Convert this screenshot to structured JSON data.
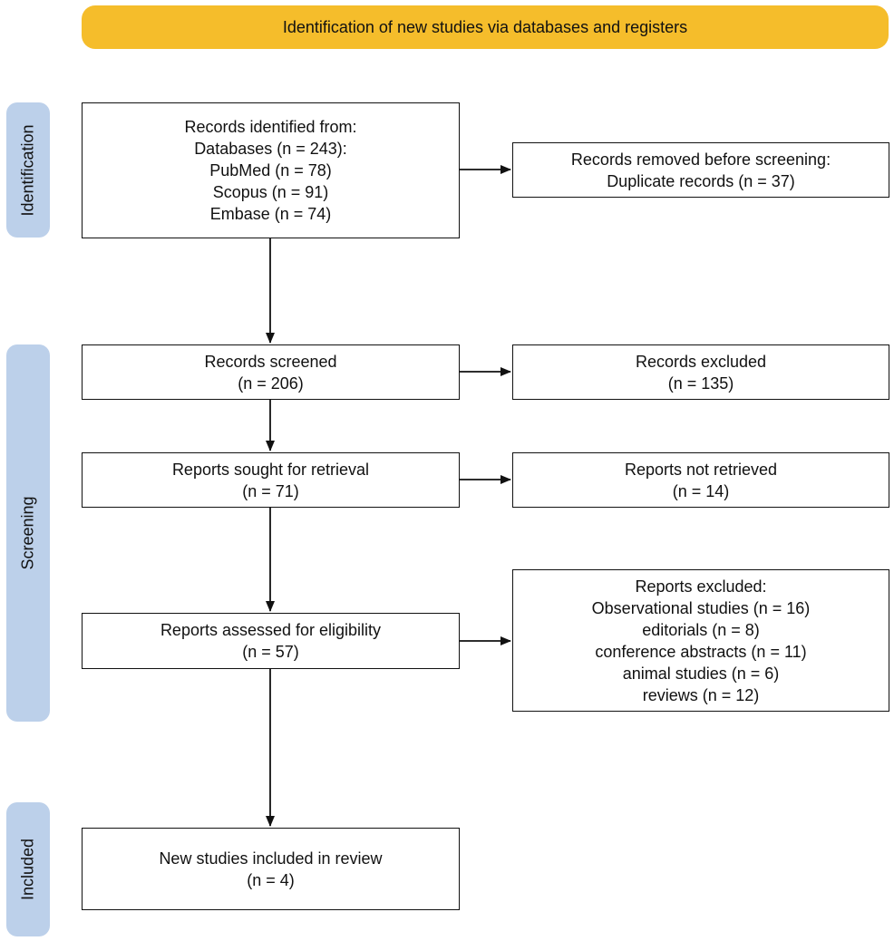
{
  "banner": {
    "title": "Identification of new studies via databases and registers",
    "color": "#f5bd2b"
  },
  "phases": {
    "identification": "Identification",
    "screening": "Screening",
    "included": "Included",
    "color": "#bcd0ea"
  },
  "boxes": {
    "identified": {
      "lines": [
        "Records identified from:",
        "Databases (n = 243):",
        "PubMed (n = 78)",
        "Scopus (n = 91)",
        "Embase (n = 74)"
      ]
    },
    "removed": {
      "lines": [
        "Records removed before screening:",
        "Duplicate records (n = 37)"
      ]
    },
    "screened": {
      "lines": [
        "Records screened",
        "(n = 206)"
      ]
    },
    "excluded": {
      "lines": [
        "Records excluded",
        "(n = 135)"
      ]
    },
    "sought": {
      "lines": [
        "Reports sought for retrieval",
        "(n = 71)"
      ]
    },
    "not_retrieved": {
      "lines": [
        "Reports not retrieved",
        "(n = 14)"
      ]
    },
    "assessed": {
      "lines": [
        "Reports assessed for eligibility",
        "(n = 57)"
      ]
    },
    "reports_excluded": {
      "lines": [
        "Reports excluded:",
        "Observational studies (n = 16)",
        "editorials (n = 8)",
        "conference abstracts (n = 11)",
        "animal studies (n = 6)",
        "reviews (n = 12)"
      ]
    },
    "included": {
      "lines": [
        "New studies included in review",
        "(n = 4)"
      ]
    }
  }
}
